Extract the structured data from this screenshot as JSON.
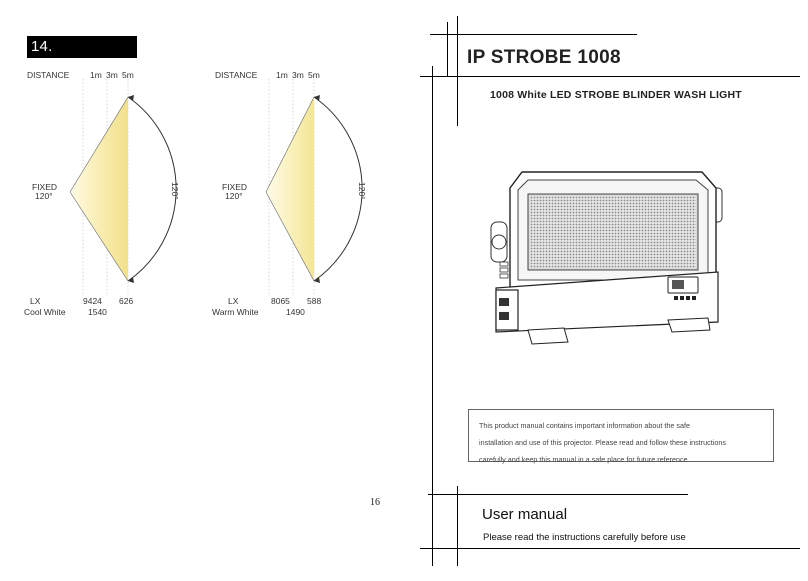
{
  "left_page": {
    "section_title": "14. Photometrics",
    "page_number": "16",
    "diagrams": [
      {
        "distance_label": "DISTANCE",
        "distances": [
          "1m",
          "3m",
          "5m"
        ],
        "mode_label": "FIXED",
        "beam_angle": "120°",
        "arc_angle_label": "120°",
        "lux_label": "LX",
        "lux_values": [
          "9424",
          "1540",
          "626"
        ],
        "color_label": "Cool White",
        "beam_color": "#f4e59a"
      },
      {
        "distance_label": "DISTANCE",
        "distances": [
          "1m",
          "3m",
          "5m"
        ],
        "mode_label": "FIXED",
        "beam_angle": "120°",
        "arc_angle_label": "120°",
        "lux_label": "LX",
        "lux_values": [
          "8065",
          "1490",
          "588"
        ],
        "color_label": "Warm White",
        "beam_color": "#f6eea6"
      }
    ]
  },
  "right_page": {
    "title": "IP STROBE 1008",
    "subtitle": "1008 White LED STROBE BLINDER WASH LIGHT",
    "notice_lines": [
      "This product manual contains important information about the safe",
      "installation and use of this projector. Please read and follow these instructions",
      "carefully and keep this manual in a safe place for future reference."
    ],
    "manual_title": "User manual",
    "manual_subtitle": "Please read the instructions carefully before use"
  }
}
